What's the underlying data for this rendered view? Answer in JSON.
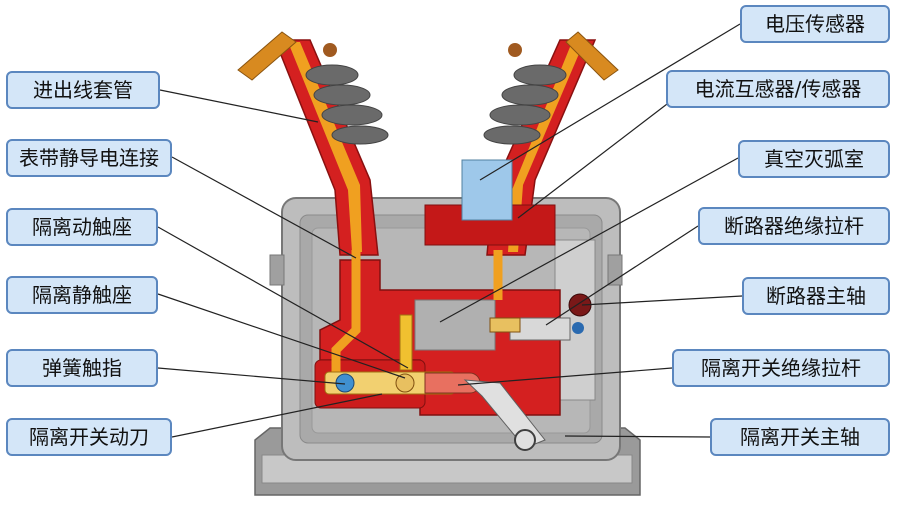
{
  "labels": {
    "bushing": "进出线套管",
    "static_conductor": "表带静导电连接",
    "iso_moving_contact_seat": "隔离动触座",
    "iso_static_contact_seat": "隔离静触座",
    "spring_finger": "弹簧触指",
    "iso_moving_blade": "隔离开关动刀",
    "voltage_sensor": "电压传感器",
    "ct_sensor": "电流互感器/传感器",
    "vacuum_interrupter": "真空灭弧室",
    "cb_insulating_rod": "断路器绝缘拉杆",
    "cb_main_shaft": "断路器主轴",
    "iso_insulating_rod": "隔离开关绝缘拉杆",
    "iso_main_shaft": "隔离开关主轴"
  },
  "colors": {
    "label_fill": "#d4e6f8",
    "label_border": "#5b87bf",
    "housing": "#b4b4b4",
    "insulation_red": "#d42020",
    "conductor_orange": "#f0a020",
    "copper": "#e8c060"
  }
}
